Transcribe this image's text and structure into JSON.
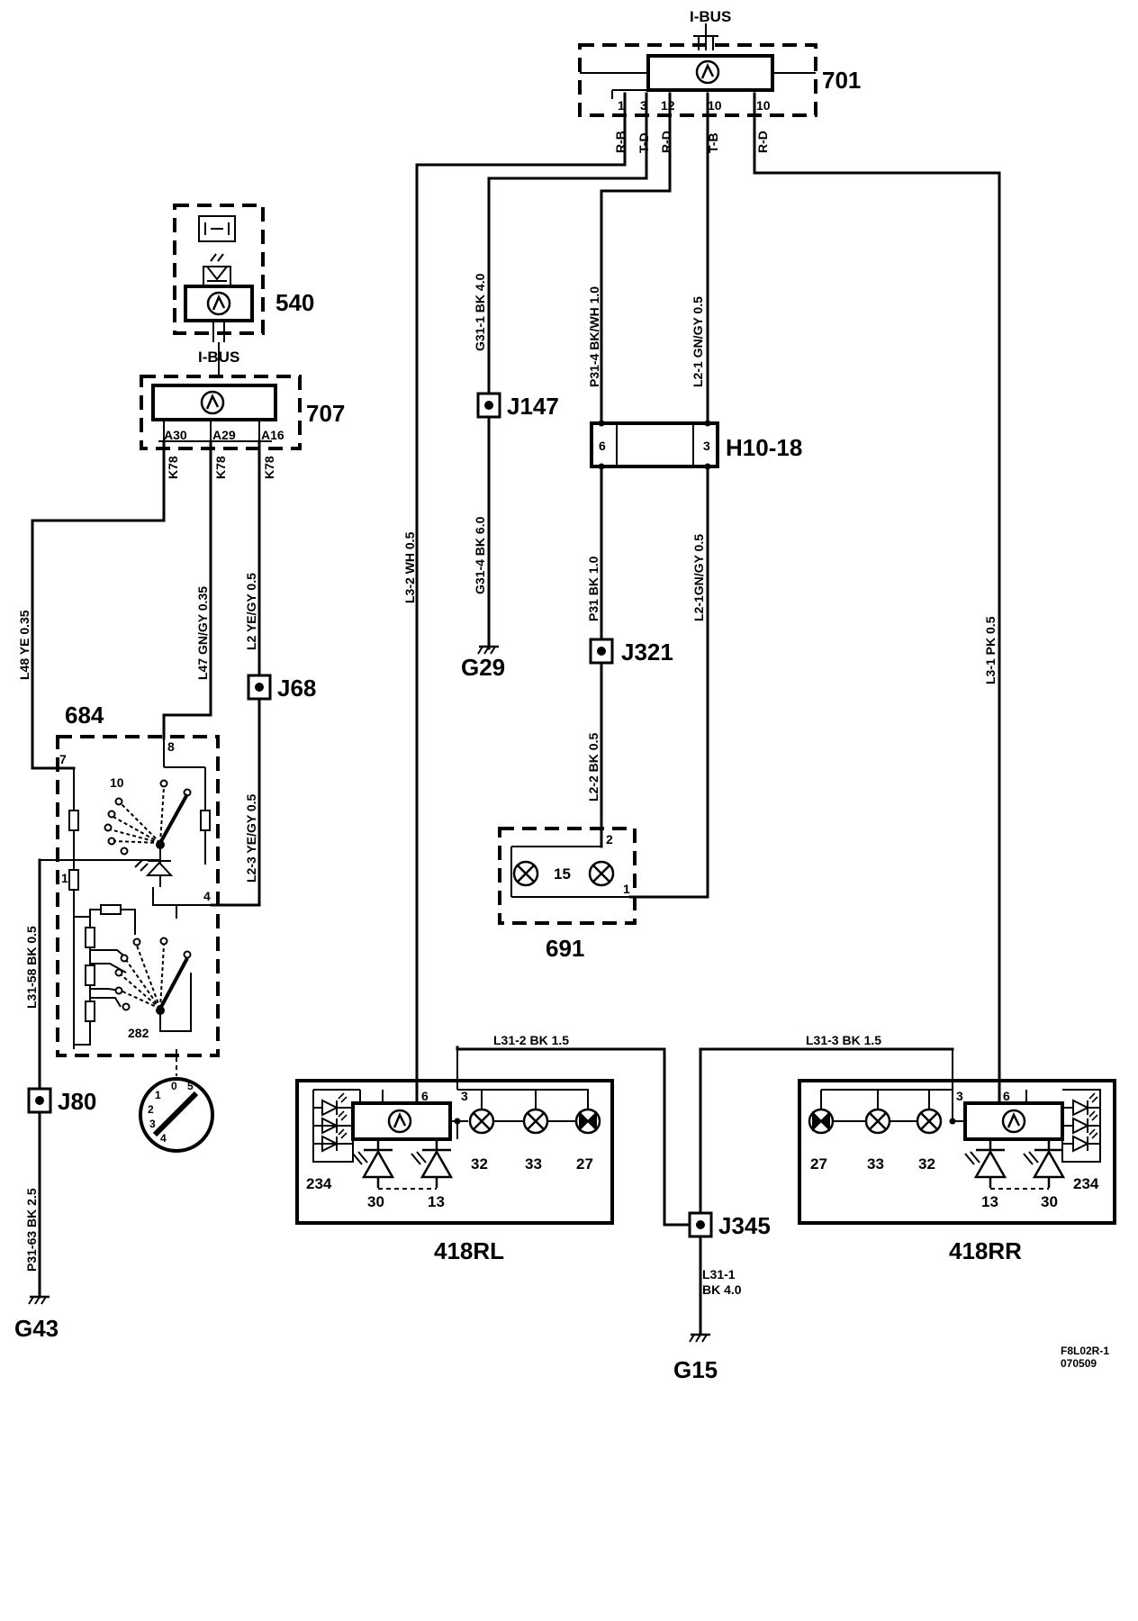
{
  "components": {
    "c701": "701",
    "c540": "540",
    "c707": "707",
    "c684": "684",
    "c691": "691",
    "c418rl": "418RL",
    "c418rr": "418RR",
    "h10": "H10-18"
  },
  "ibus_top": "I-BUS",
  "ibus_mid": "I-BUS",
  "junctions": {
    "j147": "J147",
    "j321": "J321",
    "j68": "J68",
    "j80": "J80",
    "j345": "J345"
  },
  "grounds": {
    "g29": "G29",
    "g43": "G43",
    "g15": "G15"
  },
  "pins701": [
    "1",
    "3",
    "12",
    "10",
    "10"
  ],
  "pins707": [
    "A30",
    "A29",
    "A16"
  ],
  "k78": "K78",
  "wires": {
    "rb": "R-B",
    "td": "T-D",
    "rd1": "R-D",
    "tb": "T-B",
    "rd2": "R-D",
    "g31_1": "G31-1 BK 4.0",
    "p31_4": "P31-4 BK/WH 1.0",
    "l2_1": "L2-1 GN/GY 0.5",
    "l3_2": "L3-2 WH 0.5",
    "g31_4": "G31-4 BK 6.0",
    "p31": "P31 BK 1.0",
    "l2_1b": "L2-1GN/GY 0.5",
    "l3_1": "L3-1 PK 0.5",
    "l2_2": "L2-2 BK 0.5",
    "l48": "L48 YE 0.35",
    "l47": "L47 GN/GY 0.35",
    "l2": "L2 YE/GY 0.5",
    "l2_3": "L2-3 YE/GY 0.5",
    "l31_58": "L31-58 BK 0.5",
    "p31_63": "P31-63 BK 2.5",
    "l31_2": "L31-2 BK 1.5",
    "l31_3": "L31-3 BK 1.5",
    "l31_1a": "L31-1",
    "l31_1b": "BK 4.0"
  },
  "h10_pins": [
    "6",
    "3"
  ],
  "c691_pins": [
    "2",
    "1"
  ],
  "c691_bulb": "15",
  "c684_pins": [
    "7",
    "8",
    "10",
    "1",
    "4"
  ],
  "c684_282": "282",
  "dial_marks": [
    "0",
    "1",
    "2",
    "3",
    "4",
    "5"
  ],
  "rl_pins": [
    "6",
    "3"
  ],
  "rr_pins": [
    "3",
    "6"
  ],
  "rl_labels": [
    "234",
    "30",
    "13",
    "32",
    "33",
    "27"
  ],
  "rr_labels": [
    "27",
    "33",
    "32",
    "13",
    "30",
    "234"
  ],
  "ref_code": "F8L02R-1",
  "ref_date": "070509"
}
